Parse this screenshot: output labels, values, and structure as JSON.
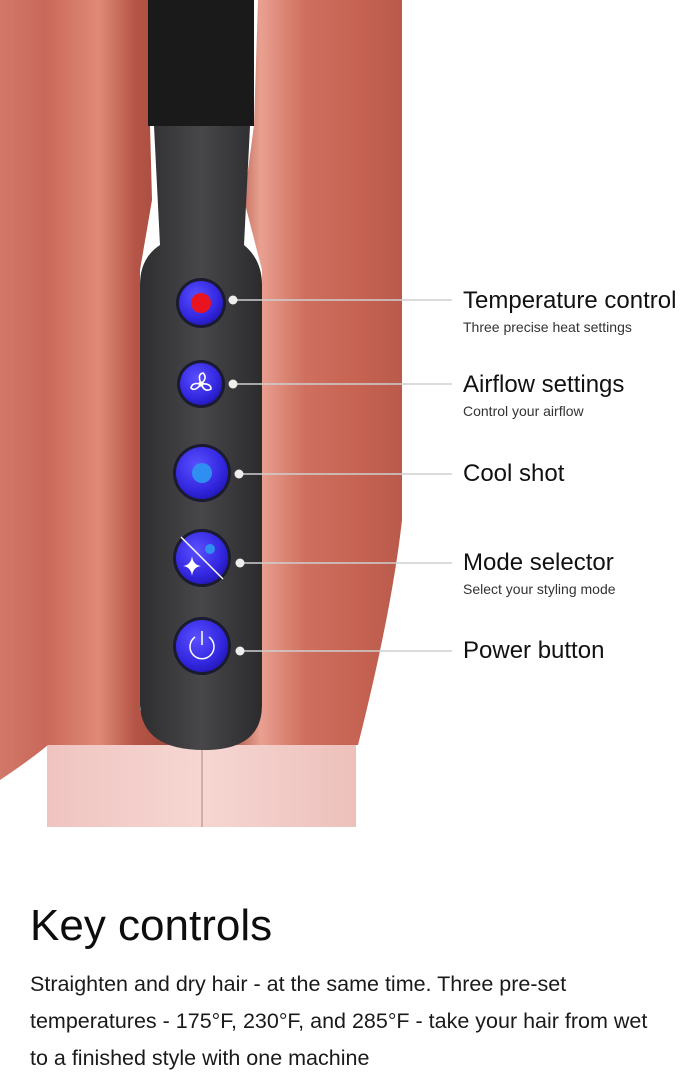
{
  "controls": [
    {
      "id": "temperature",
      "title": "Temperature control",
      "subtitle": "Three precise heat settings",
      "icon": "red-dot-icon"
    },
    {
      "id": "airflow",
      "title": "Airflow settings",
      "subtitle": "Control your airflow",
      "icon": "fan-icon"
    },
    {
      "id": "cool",
      "title": "Cool shot",
      "subtitle": "",
      "icon": "blue-dot-icon"
    },
    {
      "id": "mode",
      "title": "Mode selector",
      "subtitle": "Select your styling mode",
      "icon": "sparkle-slash-icon"
    },
    {
      "id": "power",
      "title": "Power button",
      "subtitle": "",
      "icon": "power-icon"
    }
  ],
  "section": {
    "title": "Key controls",
    "description": "Straighten and dry hair - at the same time. Three pre-set temperatures - 175°F, 230°F, and 285°F - take your hair from wet to a finished style with one machine"
  },
  "colors": {
    "body_copper": "#c9685a",
    "body_pink": "#f0c8c5",
    "panel": "#3b3b3d",
    "button_blue": "#3a2fe6",
    "temp_red": "#e8141f",
    "cool_blue": "#2f8ff0"
  }
}
